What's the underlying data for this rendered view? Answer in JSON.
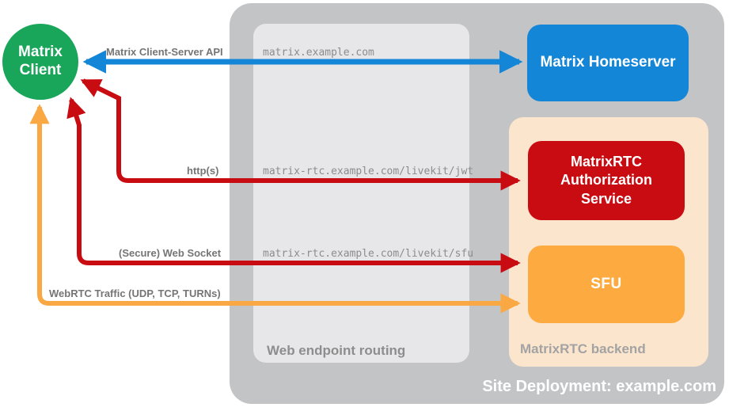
{
  "diagram": {
    "title": "Site Deployment: example.com",
    "client": {
      "line1": "Matrix",
      "line2": "Client"
    },
    "homeserver": {
      "label": "Matrix Homeserver"
    },
    "auth_service": {
      "label": "MatrixRTC Authorization Service"
    },
    "sfu": {
      "label": "SFU"
    },
    "routing": {
      "label": "Web endpoint routing",
      "endpoints": [
        "matrix.example.com",
        "matrix-rtc.example.com/livekit/jwt",
        "matrix-rtc.example.com/livekit/sfu"
      ]
    },
    "backend": {
      "label": "MatrixRTC backend"
    },
    "site": {
      "label": "Site Deployment: example.com"
    },
    "arrows": [
      {
        "name": "matrix-client-server-api",
        "label": "Matrix Client-Server API",
        "color": "#1386d8",
        "from": "Matrix Client",
        "to": "Matrix Homeserver",
        "bidirectional": true
      },
      {
        "name": "https",
        "label": "http(s)",
        "color": "#c90b12",
        "from": "Matrix Client",
        "to": "MatrixRTC Authorization Service",
        "bidirectional": true
      },
      {
        "name": "secure-web-socket",
        "label": "(Secure) Web Socket",
        "color": "#c90b12",
        "from": "Matrix Client",
        "to": "SFU",
        "bidirectional": true
      },
      {
        "name": "webrtc-traffic",
        "label": "WebRTC Traffic (UDP, TCP, TURNs)",
        "color": "#f9a843",
        "from": "Matrix Client",
        "to": "SFU",
        "bidirectional": true
      }
    ],
    "colors": {
      "client_green": "#1aa65a",
      "homeserver_blue": "#1386d8",
      "auth_red": "#c90b12",
      "sfu_orange": "#fdab40",
      "arrow_orange": "#f9a843",
      "outer_gray": "#c3c4c6",
      "inner_gray": "#e7e7e9",
      "backend_peach": "#fce5cd",
      "label_gray": "#757575"
    }
  }
}
